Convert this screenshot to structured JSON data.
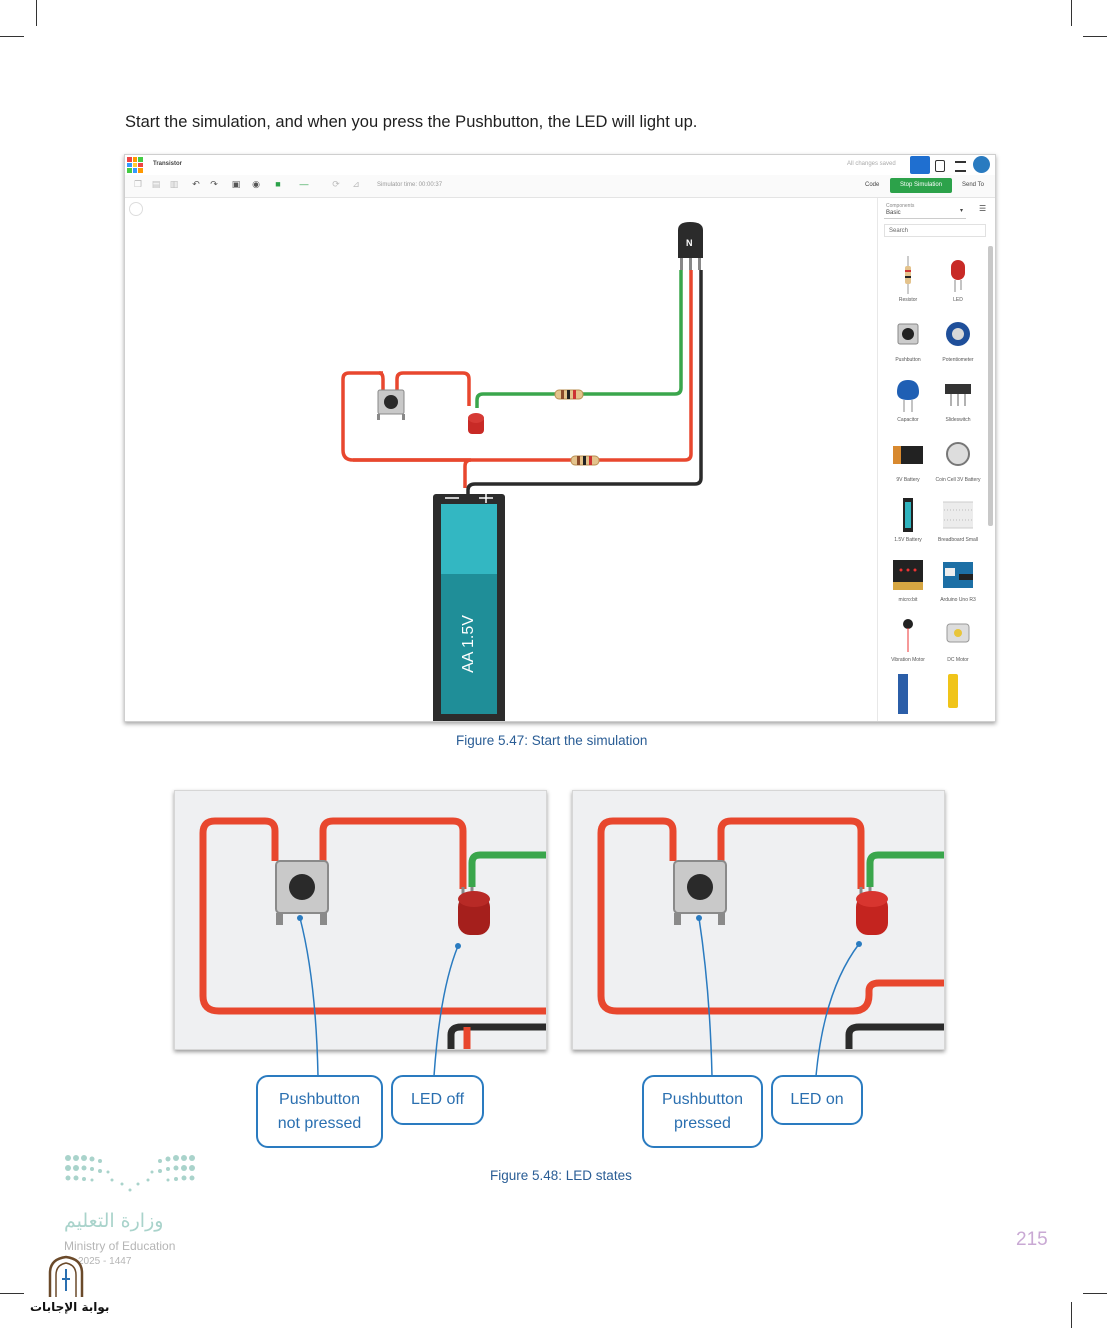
{
  "intro": "Start the simulation, and when you press the Pushbutton, the LED will light up.",
  "screenshot": {
    "window_title": "Transistor",
    "top_right_status": "All changes saved",
    "sim_time": "Simulator time: 00:00:37",
    "code_label": "Code",
    "stop_button": "Stop Simulation",
    "send_to": "Send To",
    "components_label": "Components",
    "components_value": "Basic",
    "search_placeholder": "Search",
    "battery_label": "AA 1.5V",
    "transistor_label": "N",
    "components": [
      "Resistor",
      "LED",
      "Pushbutton",
      "Potentiometer",
      "Capacitor",
      "Slideswitch",
      "9V Battery",
      "Coin Cell 3V Battery",
      "1.5V Battery",
      "Breadboard Small",
      "micro:bit",
      "Arduino Uno R3",
      "Vibration Motor",
      "DC Motor"
    ],
    "colors": {
      "wire_red": "#e8472e",
      "wire_green": "#3aa64c",
      "wire_black": "#2b2b2b",
      "battery_teal": "#2fb3be"
    }
  },
  "figure1_caption": "Figure 5.47: Start the simulation",
  "callouts": {
    "pb_not_pressed": [
      "Pushbutton",
      "not pressed"
    ],
    "led_off": "LED off",
    "pb_pressed": [
      "Pushbutton",
      "pressed"
    ],
    "led_on": "LED on"
  },
  "figure2_caption": "Figure 5.48: LED states",
  "footer": {
    "ministry_arabic": "وزارة التعليم",
    "ministry_english": "Ministry of Education",
    "year": "2025 - 1447",
    "page_number": "215",
    "gate_text": "بوابة الإجابات"
  }
}
